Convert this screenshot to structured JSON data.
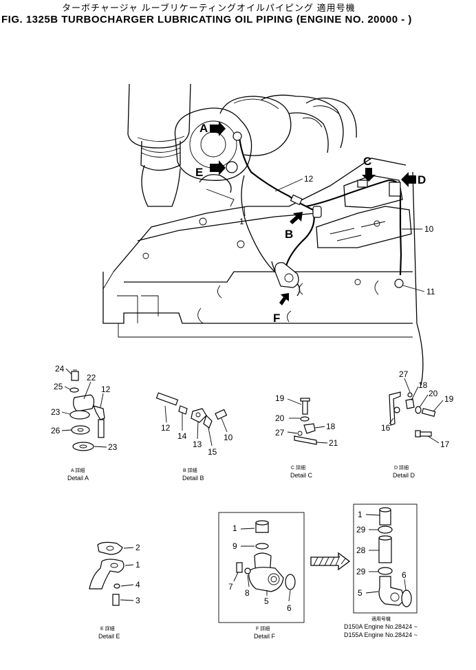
{
  "header": {
    "jp_title": "ターボチャージャ ルーブリケーティングオイルパイピング 適用号機",
    "fig_title": "FIG. 1325B TURBOCHARGER LUBRICATING OIL PIPING (ENGINE NO. 20000 - )"
  },
  "main_view": {
    "callouts": [
      "A",
      "B",
      "C",
      "D",
      "E",
      "F"
    ],
    "part_numbers": [
      "12",
      "1",
      "10",
      "11"
    ]
  },
  "details": {
    "a": {
      "caption_jp": "A 詳細",
      "caption": "Detail A",
      "parts": [
        "24",
        "25",
        "22",
        "12",
        "23",
        "26",
        "23"
      ]
    },
    "b": {
      "caption_jp": "B 詳細",
      "caption": "Detail B",
      "parts": [
        "12",
        "14",
        "13",
        "15",
        "10"
      ]
    },
    "c": {
      "caption_jp": "C 詳細",
      "caption": "Detail C",
      "parts": [
        "19",
        "20",
        "18",
        "27",
        "21"
      ]
    },
    "d": {
      "caption_jp": "D 詳細",
      "caption": "Detail D",
      "parts": [
        "27",
        "18",
        "20",
        "19",
        "16",
        "17"
      ]
    },
    "e": {
      "caption_jp": "E 詳細",
      "caption": "Detail E",
      "parts": [
        "2",
        "1",
        "4",
        "3"
      ]
    },
    "f": {
      "caption_jp": "F 詳細",
      "caption": "Detail F",
      "parts": [
        "1",
        "9",
        "7",
        "8",
        "5",
        "6"
      ]
    },
    "g": {
      "parts": [
        "1",
        "29",
        "28",
        "29",
        "6",
        "5"
      ],
      "applicable_jp": "適用号機",
      "applicable": [
        "D150A Engine No.28424 ~",
        "D155A Engine No.28424 ~"
      ]
    }
  }
}
